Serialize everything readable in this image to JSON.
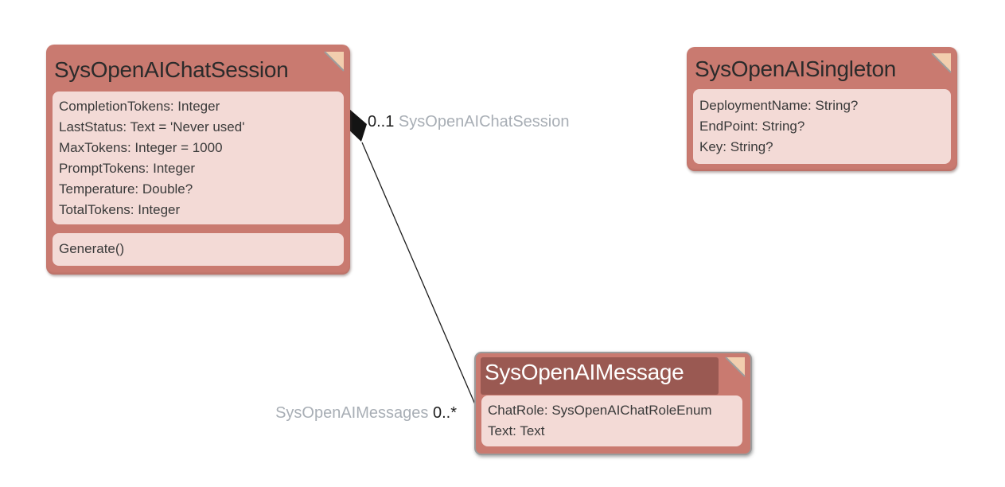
{
  "diagram": {
    "background": "#FFFFFF",
    "colors": {
      "entity-fill": "#C97A70",
      "entity-panel": "#F3DAD6",
      "entity-title-text": "#2B2B2B",
      "attr-text": "#3A3A3A",
      "selected-header-fill": "#9A5952",
      "selected-title-text": "#FFFFFF",
      "selected-border": "#9B9B9B",
      "fold-fill": "#F2CEAE",
      "fold-edge": "#9D9D9D",
      "assoc-line": "#1C1C1C",
      "label-mult": "#1F1F1F",
      "label-name": "#A8AEB5"
    },
    "entities": [
      {
        "title": "SysOpenAIChatSession",
        "selected": false,
        "attributes": [
          "CompletionTokens: Integer",
          "LastStatus: Text = 'Never used'",
          "MaxTokens: Integer = 1000",
          "PromptTokens: Integer",
          "Temperature: Double?",
          "TotalTokens: Integer"
        ],
        "operations": [
          "Generate()"
        ]
      },
      {
        "title": "SysOpenAISingleton",
        "selected": false,
        "attributes": [
          "DeploymentName: String?",
          "EndPoint: String?",
          "Key: String?"
        ],
        "operations": []
      },
      {
        "title": "SysOpenAIMessage",
        "selected": true,
        "attributes": [
          "ChatRole: SysOpenAIChatRoleEnum",
          "Text: Text"
        ],
        "operations": []
      }
    ],
    "associations": [
      {
        "parent_multiplicity": "0..1",
        "parent_role": "SysOpenAIChatSession",
        "child_role": "SysOpenAIMessages",
        "child_multiplicity": "0..*",
        "aggregation": "composition"
      }
    ]
  }
}
